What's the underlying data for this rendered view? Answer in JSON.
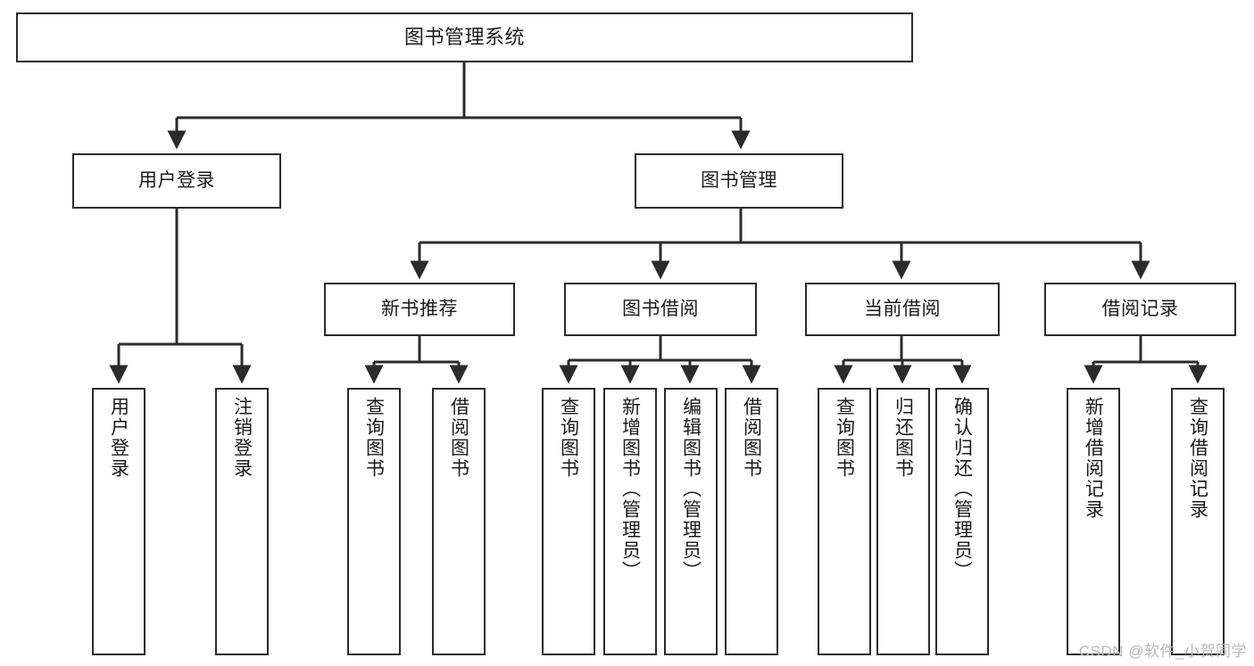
{
  "diagram": {
    "title": "图书管理系统",
    "type": "tree-hierarchy-chart",
    "watermark": "CSDN @软件_小贺同学",
    "colors": {
      "box_border": "#2b2b2b",
      "box_fill": "#ffffff",
      "connector": "#2b2b2b",
      "background": "#ffffff",
      "watermark": "#b9b9b9"
    },
    "root": {
      "label": "图书管理系统"
    },
    "level2": [
      {
        "label": "用户登录"
      },
      {
        "label": "图书管理"
      }
    ],
    "level3": [
      {
        "label": "新书推荐"
      },
      {
        "label": "图书借阅"
      },
      {
        "label": "当前借阅"
      },
      {
        "label": "借阅记录"
      }
    ],
    "leaves": {
      "user_login": [
        {
          "label": "用户登录"
        },
        {
          "label": "注销登录"
        }
      ],
      "new_book_recommend": [
        {
          "label": "查询图书"
        },
        {
          "label": "借阅图书"
        }
      ],
      "book_borrow": [
        {
          "label": "查询图书"
        },
        {
          "label": "新增图书（管理员）"
        },
        {
          "label": "编辑图书（管理员）"
        },
        {
          "label": "借阅图书"
        }
      ],
      "current_borrow": [
        {
          "label": "查询图书"
        },
        {
          "label": "归还图书"
        },
        {
          "label": "确认归还（管理员）"
        }
      ],
      "borrow_records": [
        {
          "label": "新增借阅记录"
        },
        {
          "label": "查询借阅记录"
        }
      ]
    }
  }
}
